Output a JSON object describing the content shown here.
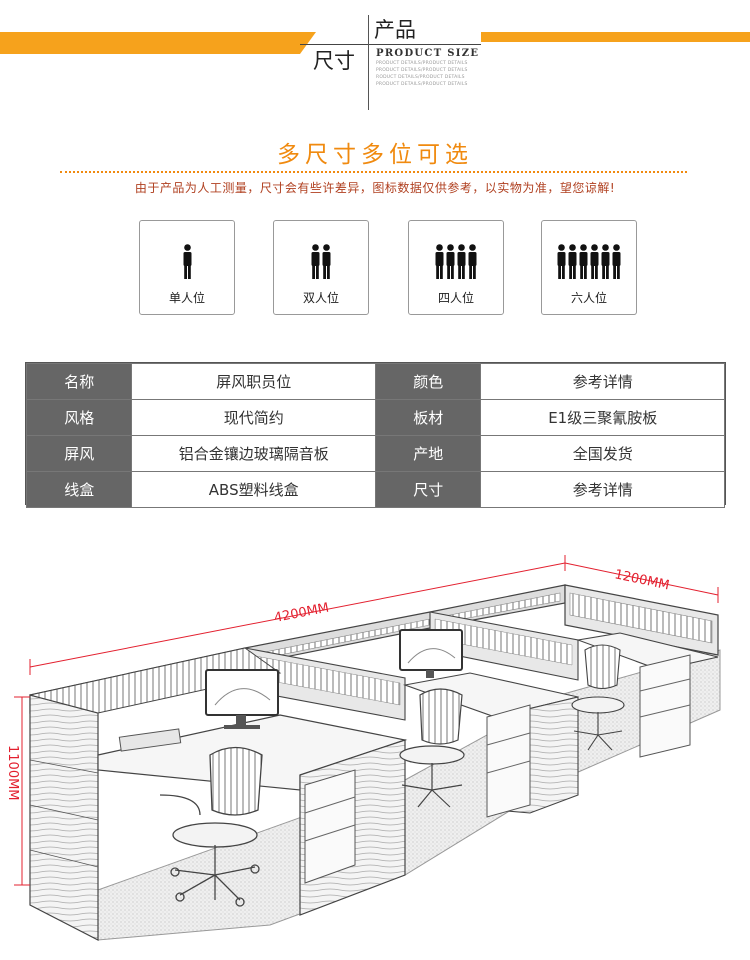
{
  "header": {
    "title_line1": "产品",
    "title_line2": "尺寸",
    "english": "PRODUCT SIZE",
    "small_lines": [
      "PRODUCT DETAILS/PRODUCT DETAILS",
      "PRODUCT DETAILS/PRODUCT DETAILS",
      "RODUCT DETAILS/PRODUCT DETAILS",
      "PRODUCT DETAILS/PRODUCT DETAILS"
    ],
    "accent_color": "#f6a21c"
  },
  "section": {
    "title": "多尺寸多位可选",
    "notice": "由于产品为人工测量，尺寸会有些许差异，图标数据仅供参考，以实物为准，望您谅解!"
  },
  "seats": [
    {
      "label": "单人位",
      "count": 1
    },
    {
      "label": "双人位",
      "count": 2
    },
    {
      "label": "四人位",
      "count": 4
    },
    {
      "label": "六人位",
      "count": 6
    }
  ],
  "spec": {
    "rows": [
      [
        {
          "k": "名称",
          "v": "屏风职员位"
        },
        {
          "k": "颜色",
          "v": "参考详情"
        }
      ],
      [
        {
          "k": "风格",
          "v": "现代简约"
        },
        {
          "k": "板材",
          "v": "E1级三聚氰胺板"
        }
      ],
      [
        {
          "k": "屏风",
          "v": "铝合金镶边玻璃隔音板"
        },
        {
          "k": "产地",
          "v": "全国发货"
        }
      ],
      [
        {
          "k": "线盒",
          "v": "ABS塑料线盒"
        },
        {
          "k": "尺寸",
          "v": "参考详情"
        }
      ]
    ]
  },
  "drawing": {
    "length_label": "4200MM",
    "depth_label": "1200MM",
    "height_label": "1100MM",
    "dimension_color": "#e3202f"
  }
}
